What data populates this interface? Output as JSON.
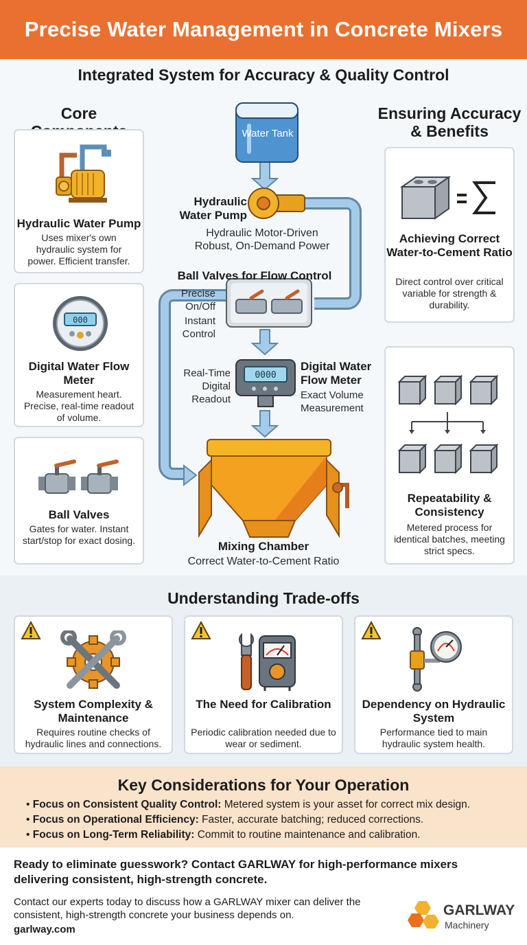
{
  "header": {
    "title": "Precise Water Management in Concrete Mixers"
  },
  "subtitle": "Integrated System for Accuracy & Quality Control",
  "left_column": {
    "title": "Core Components",
    "cards": [
      {
        "title": "Hydraulic Water Pump",
        "desc": "Uses mixer's own hydraulic system for power. Efficient transfer."
      },
      {
        "title": "Digital Water Flow Meter",
        "desc": "Measurement heart. Precise, real-time readout of volume."
      },
      {
        "title": "Ball Valves",
        "desc": "Gates for water. Instant start/stop for exact dosing."
      }
    ]
  },
  "flow": {
    "tank_label": "Water Tank",
    "pump_title": "Hydraulic Water Pump",
    "pump_desc": "Hydraulic Motor-Driven Robust, On-Demand Power",
    "valves_title": "Ball Valves for Flow Control",
    "valves_left": "Precise On/Off",
    "valves_left2": "Instant Control",
    "meter_left": "Real-Time Digital Readout",
    "meter_title": "Digital Water Flow Meter",
    "meter_desc": "Exact Volume Measurement",
    "meter_display": "0000",
    "chamber_title": "Mixing Chamber",
    "chamber_desc": "Correct Water-to-Cement Ratio"
  },
  "right_column": {
    "title": "Ensuring Accuracy & Benefits",
    "cards": [
      {
        "title": "Achieving Correct Water-to-Cement Ratio",
        "desc": "Direct control over critical variable for strength & durability."
      },
      {
        "title": "Repeatability & Consistency",
        "desc": "Metered process for identical batches, meeting strict specs."
      }
    ]
  },
  "tradeoffs": {
    "title": "Understanding Trade-offs",
    "cards": [
      {
        "title": "System Complexity & Maintenance",
        "desc": "Requires routine checks of hydraulic lines and connections."
      },
      {
        "title": "The Need for Calibration",
        "desc": "Periodic calibration needed due to wear or sediment."
      },
      {
        "title": "Dependency on Hydraulic System",
        "desc": "Performance tied to main hydraulic system health."
      }
    ]
  },
  "key": {
    "title": "Key Considerations for Your Operation",
    "items": [
      {
        "bold": "Focus on Consistent Quality Control:",
        "text": " Metered system is your asset for correct mix design."
      },
      {
        "bold": "Focus on Operational Efficiency:",
        "text": " Faster, accurate batching; reduced corrections."
      },
      {
        "bold": "Focus on Long-Term Reliability:",
        "text": " Commit to routine maintenance and calibration."
      }
    ]
  },
  "cta": {
    "bold": "Ready to eliminate guesswork? Contact GARLWAY for high-performance mixers delivering consistent, high-strength concrete.",
    "text": "Contact our experts today to discuss how a GARLWAY mixer can deliver the consistent, high-strength concrete your business depends on.",
    "link": "garlway.com"
  },
  "logo": {
    "name": "GARLWAY",
    "sub": "Machinery"
  },
  "meter_small_display": "000",
  "colors": {
    "header": "#ea7031",
    "pipe": "#8fb9dc",
    "accent": "#f0a81c",
    "warning": "#f4c430"
  }
}
